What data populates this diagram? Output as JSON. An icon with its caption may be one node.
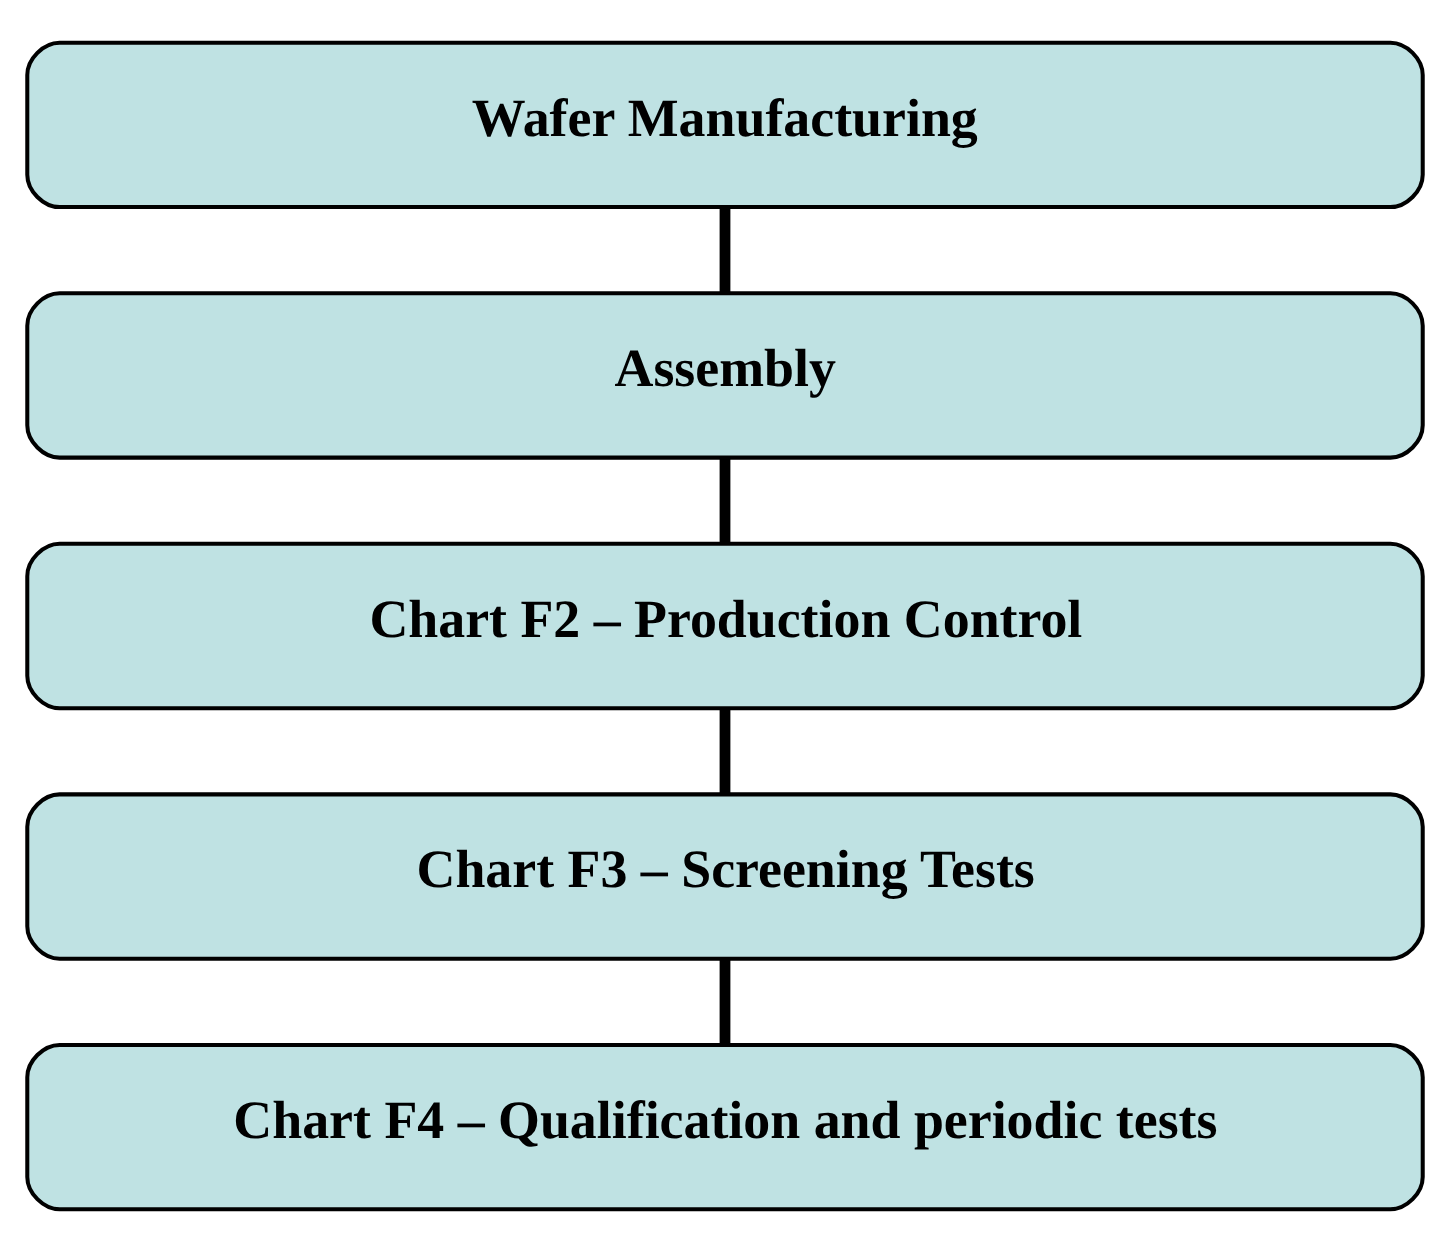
{
  "diagram": {
    "nodes": [
      {
        "text": [
          "Wafer Manufacturing"
        ]
      },
      {
        "text": [
          "Assembly"
        ]
      },
      {
        "text": [
          "Chart F2 – Production Control"
        ]
      },
      {
        "text": [
          "Chart F3 – Screening Tests"
        ]
      },
      {
        "text": [
          "Chart F4 – Qualification and periodic tests"
        ]
      }
    ],
    "edges": [
      {
        "from": 0,
        "to": 1,
        "arrow": "none"
      },
      {
        "from": 1,
        "to": 2,
        "arrow": "none"
      },
      {
        "from": 2,
        "to": 3,
        "arrow": "none"
      },
      {
        "from": 3,
        "to": 4,
        "arrow": "none"
      }
    ]
  }
}
